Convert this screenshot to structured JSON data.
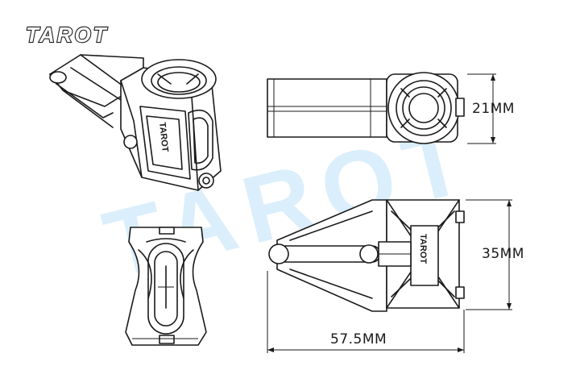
{
  "brand": {
    "logo_text": "TAROT",
    "watermark_text": "TAROT"
  },
  "part_mark": "TAROT",
  "dimensions": {
    "height_right_view": "21MM",
    "height_side_view": "35MM",
    "length_side_view": "57.5MM"
  },
  "colors": {
    "line": "#1a1a1a",
    "watermark": "#dbeefb",
    "background": "#ffffff"
  }
}
